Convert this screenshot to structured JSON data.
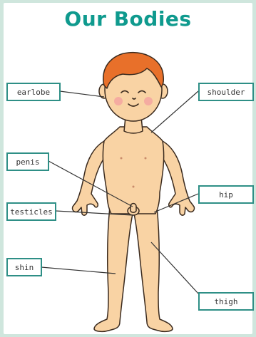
{
  "title": "Our Bodies",
  "labels": {
    "earlobe": "earlobe",
    "shoulder": "shoulder",
    "penis": "penis",
    "hip": "hip",
    "testicles": "testicles",
    "shin": "shin",
    "thigh": "thigh"
  },
  "colors": {
    "title": "#0f9a8e",
    "label_border": "#2e8f86",
    "skin": "#f9d3a4",
    "hair": "#e8702a",
    "background": "#cfe6dd"
  }
}
